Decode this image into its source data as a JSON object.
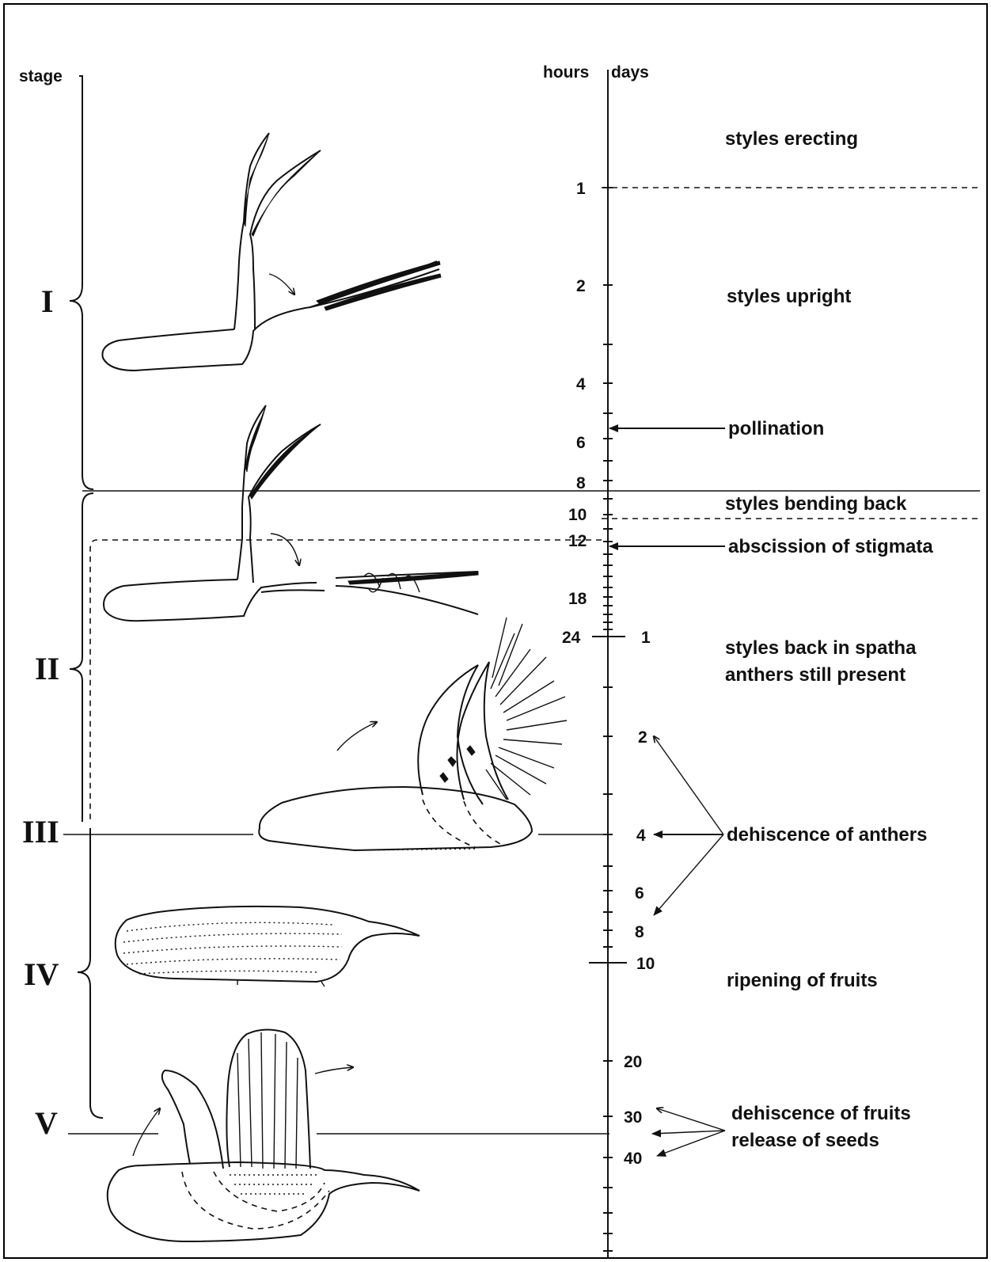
{
  "axis": {
    "stage_label": "stage",
    "hours_label": "hours",
    "days_label": "days",
    "hour_ticks": [
      "1",
      "2",
      "4",
      "6",
      "8",
      "10",
      "12",
      "18",
      "24"
    ],
    "day_ticks": [
      "1",
      "2",
      "4",
      "6",
      "8",
      "10",
      "20",
      "30",
      "40"
    ]
  },
  "stages": [
    "I",
    "II",
    "III",
    "IV",
    "V"
  ],
  "events": {
    "styles_erecting": "styles erecting",
    "styles_upright": "styles upright",
    "pollination": "pollination",
    "styles_bending_back": "styles bending back",
    "abscission": "abscission of stigmata",
    "styles_back_line1": "styles back in spatha",
    "styles_back_line2": "anthers still present",
    "dehiscence_anthers": "dehiscence of anthers",
    "ripening": "ripening of fruits",
    "dehiscence_fruits_line1": "dehiscence of fruits",
    "dehiscence_fruits_line2": "release of seeds"
  }
}
